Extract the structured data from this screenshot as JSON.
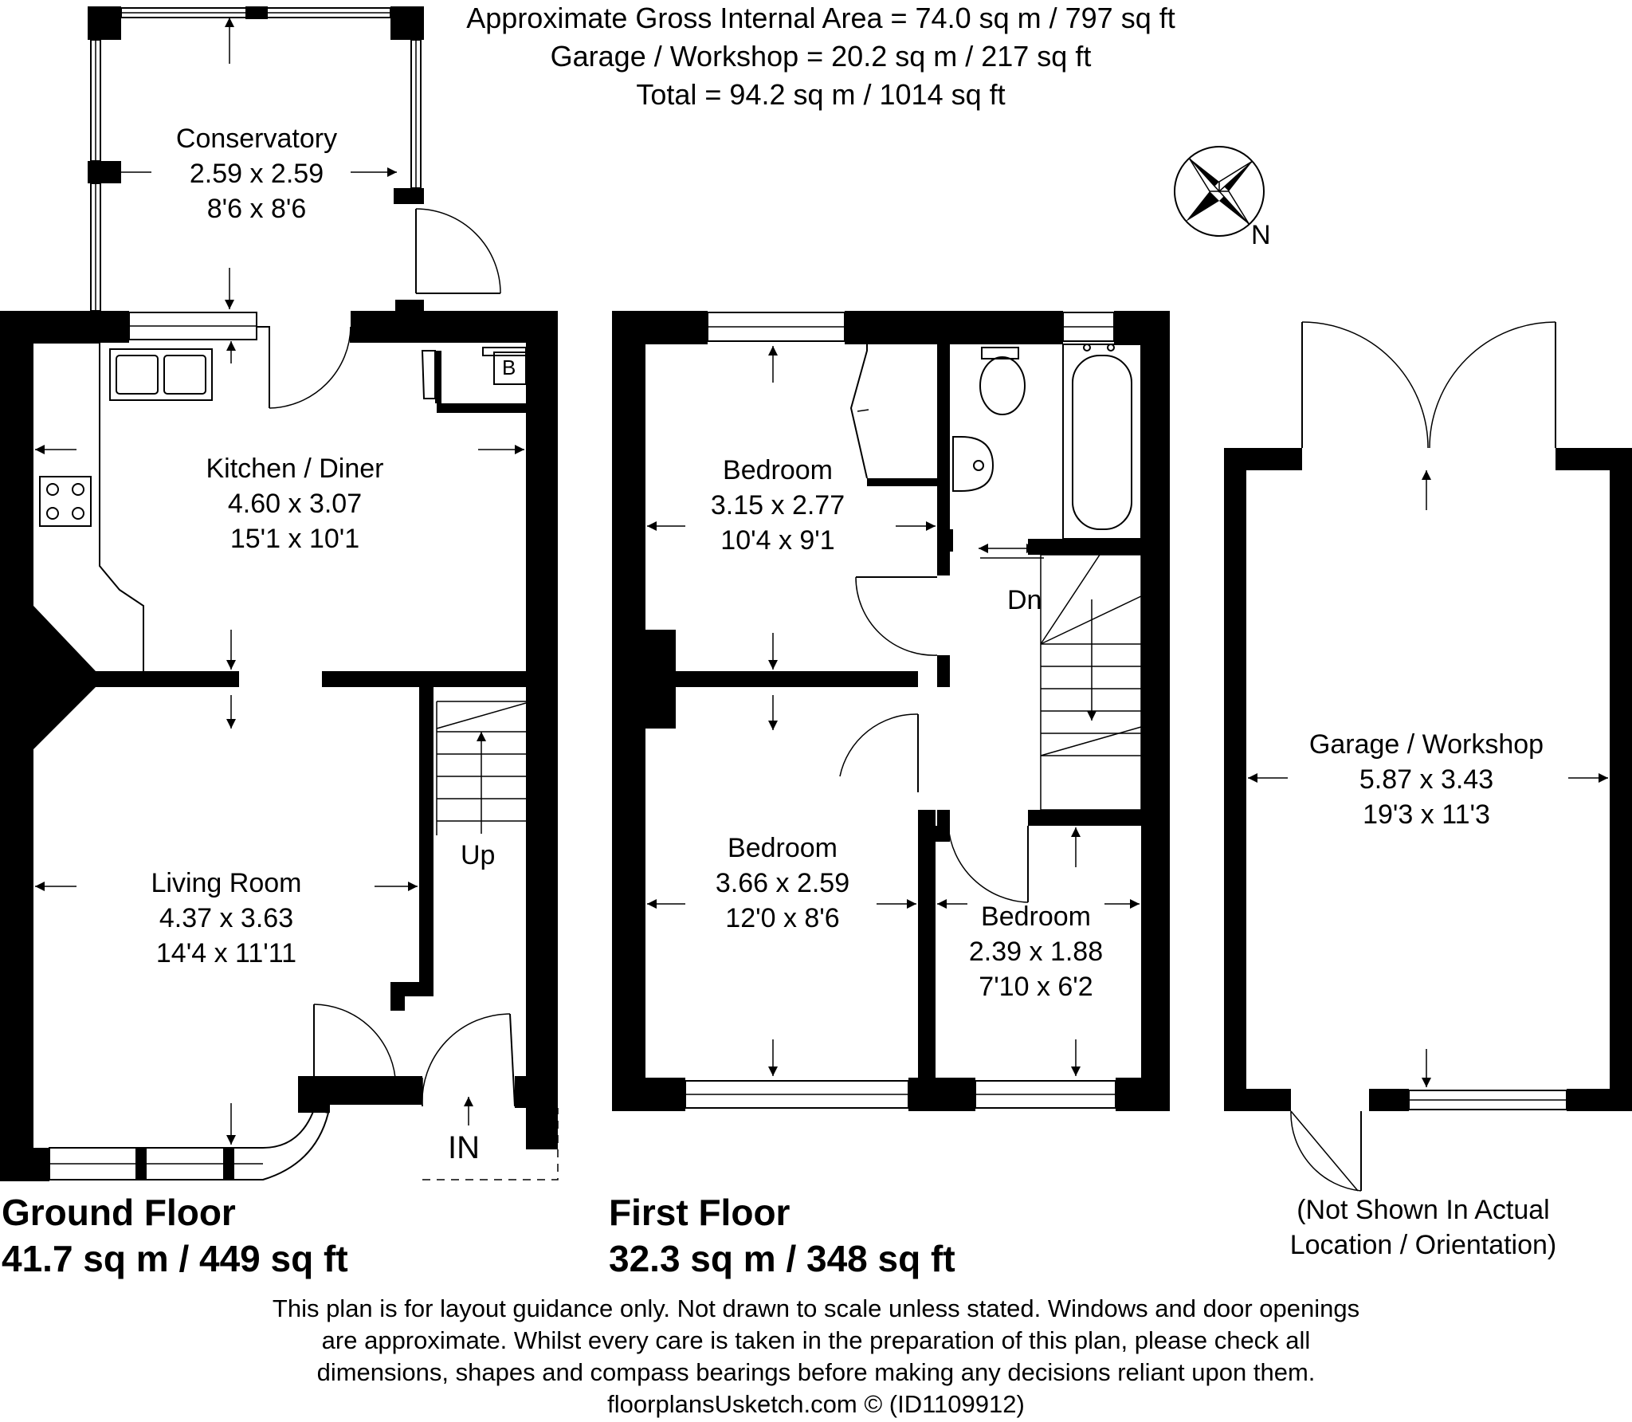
{
  "header": {
    "line1": "Approximate Gross Internal Area = 74.0 sq m / 797 sq ft",
    "line2": "Garage / Workshop = 20.2 sq m / 217 sq ft",
    "line3": "Total = 94.2 sq m / 1014 sq ft"
  },
  "compass": {
    "label": "N"
  },
  "ground_floor": {
    "title": "Ground Floor",
    "area": "41.7 sq m / 449 sq ft",
    "rooms": [
      {
        "name": "Conservatory",
        "metric": "2.59 x 2.59",
        "imperial": "8'6 x 8'6"
      },
      {
        "name": "Kitchen / Diner",
        "metric": "4.60 x 3.07",
        "imperial": "15'1 x 10'1"
      },
      {
        "name": "Living Room",
        "metric": "4.37 x 3.63",
        "imperial": "14'4 x 11'11"
      }
    ],
    "labels": {
      "boiler": "B",
      "stairs": "Up",
      "entrance": "IN"
    }
  },
  "first_floor": {
    "title": "First Floor",
    "area": "32.3 sq m / 348 sq ft",
    "rooms": [
      {
        "name": "Bedroom",
        "metric": "3.15 x 2.77",
        "imperial": "10'4 x 9'1"
      },
      {
        "name": "Bedroom",
        "metric": "3.66 x 2.59",
        "imperial": "12'0 x 8'6"
      },
      {
        "name": "Bedroom",
        "metric": "2.39 x 1.88",
        "imperial": "7'10 x 6'2"
      }
    ],
    "labels": {
      "stairs": "Dn"
    }
  },
  "garage": {
    "name": "Garage / Workshop",
    "metric": "5.87 x 3.43",
    "imperial": "19'3 x 11'3",
    "note_line1": "(Not Shown In Actual",
    "note_line2": "Location / Orientation)"
  },
  "disclaimer": {
    "line1": "This plan is for layout guidance only. Not drawn to scale unless stated. Windows and door openings",
    "line2": "are approximate. Whilst every care is taken in the preparation of this plan, please check all",
    "line3": "dimensions, shapes and compass bearings before making any decisions reliant upon them.",
    "line4": "floorplansUsketch.com © (ID1109912)"
  }
}
